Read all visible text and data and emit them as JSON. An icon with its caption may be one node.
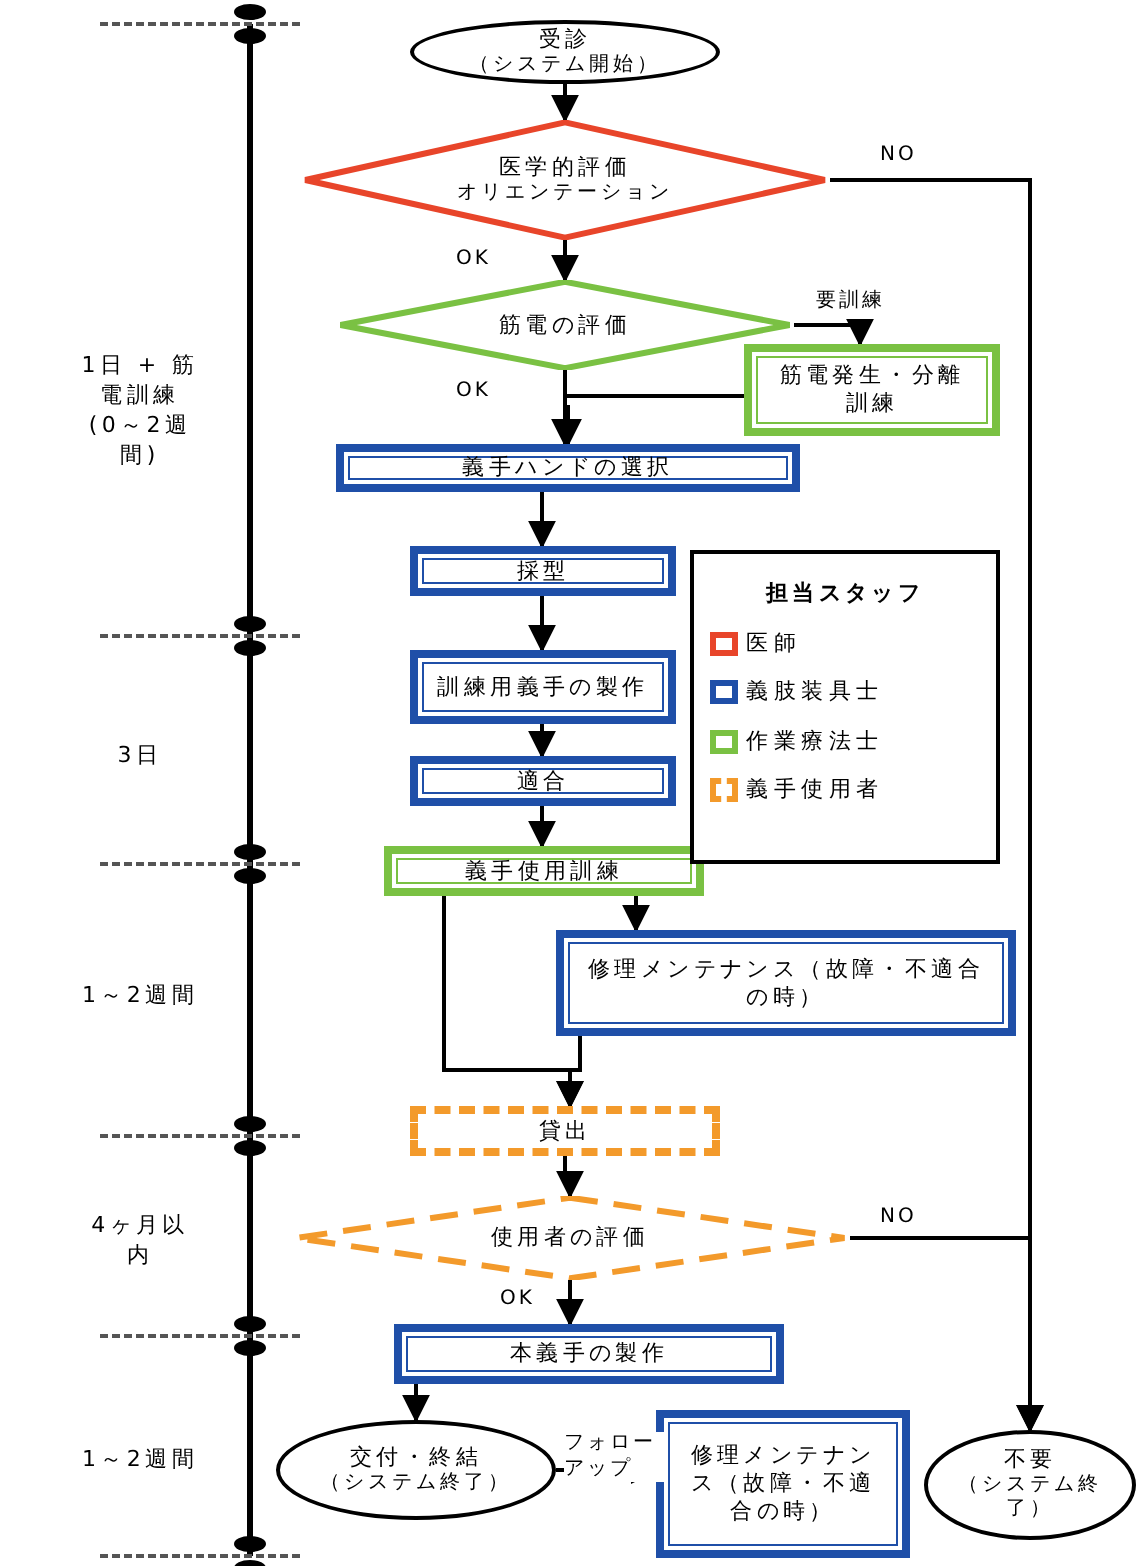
{
  "diagram": {
    "nodes": [
      {
        "text": [
          "受診",
          "（システム開始）"
        ]
      },
      {
        "text": [
          "医学的評価",
          "オリエンテーション"
        ]
      },
      {
        "text": [
          "筋電の評価"
        ]
      },
      {
        "text": [
          "筋電発生・分離訓練"
        ]
      },
      {
        "text": [
          "義手ハンドの選択"
        ]
      },
      {
        "text": [
          "採型"
        ]
      },
      {
        "text": [
          "訓練用義手の製作"
        ]
      },
      {
        "text": [
          "適合"
        ]
      },
      {
        "text": [
          "義手使用訓練"
        ]
      },
      {
        "text": [
          "修理メンテナンス（故障・不適合の時）"
        ]
      },
      {
        "text": [
          "貸出"
        ]
      },
      {
        "text": [
          "使用者の評価"
        ]
      },
      {
        "text": [
          "本義手の製作"
        ]
      },
      {
        "text": [
          "交付・終結",
          "（システム終了）"
        ]
      },
      {
        "text": [
          "修理メンテナンス（故障・不適合の時）"
        ]
      },
      {
        "text": [
          "不要",
          "（システム終了）"
        ]
      }
    ],
    "edges": [
      {
        "from": 0,
        "to": 1,
        "arrow": "to"
      },
      {
        "from": 1,
        "to": 2,
        "arrow": "to",
        "label": "OK"
      },
      {
        "from": 1,
        "to": 15,
        "arrow": "to",
        "label": "NO"
      },
      {
        "from": 2,
        "to": 3,
        "arrow": "to",
        "label": "要訓練"
      },
      {
        "from": 2,
        "to": 4,
        "arrow": "to",
        "label": "OK"
      },
      {
        "from": 3,
        "to": 4,
        "arrow": "to"
      },
      {
        "from": 4,
        "to": 5,
        "arrow": "to"
      },
      {
        "from": 5,
        "to": 6,
        "arrow": "to"
      },
      {
        "from": 6,
        "to": 7,
        "arrow": "to"
      },
      {
        "from": 7,
        "to": 8,
        "arrow": "to"
      },
      {
        "from": 8,
        "to": 9,
        "arrow": "to"
      },
      {
        "from": 8,
        "to": 10,
        "arrow": "to"
      },
      {
        "from": 9,
        "to": 10,
        "arrow": "to"
      },
      {
        "from": 10,
        "to": 11,
        "arrow": "to"
      },
      {
        "from": 11,
        "to": 12,
        "arrow": "to",
        "label": "OK"
      },
      {
        "from": 11,
        "to": 15,
        "arrow": "to",
        "label": "NO"
      },
      {
        "from": 12,
        "to": 13,
        "arrow": "to"
      },
      {
        "from": 13,
        "to": 14,
        "arrow": "to",
        "label": "フォローアップ"
      }
    ],
    "labels": [
      "1日 + 筋電訓練 (0～2週間)",
      "3日",
      "担当スタッフ",
      "1～2週間",
      "4ヶ月以内",
      "1～2週間"
    ],
    "legend": [
      {
        "text": "医師",
        "color": "#e8452a"
      },
      {
        "text": "義肢装具士",
        "color": "#1f4fa8"
      },
      {
        "text": "作業療法士",
        "color": "#7ac143"
      },
      {
        "text": "義手使用者",
        "color": "#f39a2b"
      }
    ]
  }
}
